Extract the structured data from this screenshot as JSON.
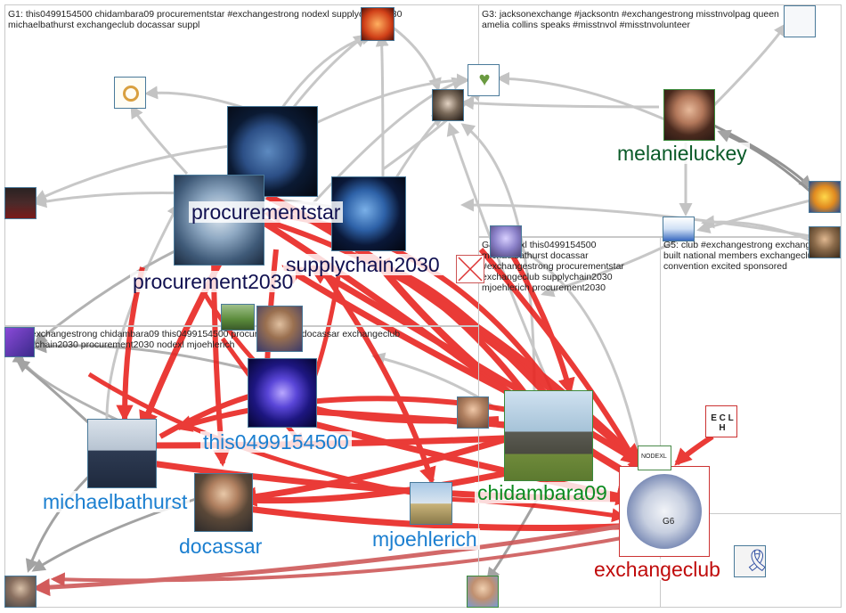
{
  "groups": {
    "g1": {
      "label": "G1: this0499154500 chidambara09 procurementstar #exchangestrong nodexl supplychain2030\nmichaelbathurst exchangeclub docassar suppl"
    },
    "g2": {
      "label": "G2: #exchangestrong chidambara09 this0499154500 procurementstar docassar exchangeclub\nsupplychain2030 procurement2030 nodexl mjoehlerich"
    },
    "g3": {
      "label": "G3: jacksonexchange #jacksontn #exchangestrong misstnvolpag queen\namelia collins speaks #misstnvol #misstnvolunteer"
    },
    "g4": {
      "label": "G4: nodexl this0499154500\nmichaelbathurst docassar\n#exchangestrong procurementstar\nexchangeclub supplychain2030\nmjoehlerich procurement2030"
    },
    "g5": {
      "label": "G5: club #exchangestrong exchange\nbuilt national members exchangeclub\nconvention excited sponsored"
    },
    "g6": {
      "label": "G6"
    }
  },
  "vertices": {
    "procurementstar": "procurementstar",
    "supplychain2030": "supplychain2030",
    "procurement2030": "procurement2030",
    "this0499154500": "this0499154500",
    "michaelbathurst": "michaelbathurst",
    "docassar": "docassar",
    "mjoehlerich": "mjoehlerich",
    "chidambara09": "chidambara09",
    "exchangeclub": "exchangeclub",
    "melanieluckey": "melanieluckey"
  },
  "small_text": {
    "nodexl_badge": "NODEXL",
    "eclh_logo": "E C L H"
  },
  "colors": {
    "edge_red": "#e8201c",
    "edge_gray": "#b8b8b8",
    "label_navy": "#101050",
    "label_blue": "#1b7fd0",
    "label_green": "#0a8a1f",
    "label_darkgreen": "#0a5a28",
    "label_red": "#c00b0b"
  }
}
